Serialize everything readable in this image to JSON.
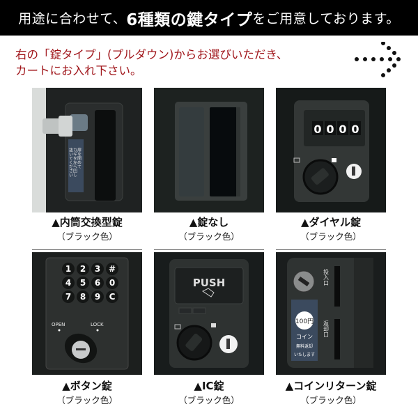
{
  "banner": {
    "text_before": "用途に合わせて、",
    "text_emphasis": "6種類の鍵タイプ",
    "text_after": "をご用意しております。"
  },
  "notice": {
    "line1": "右の「錠タイプ」(プルダウン)からお選びいただき、",
    "line2": "カートにお入れ下さい。",
    "color": "#a0151a",
    "arrow_icon": "dotted-right-arrow-icon"
  },
  "lock_types": [
    {
      "name": "▲内筒交換型錠",
      "color_label": "（ブラック色）",
      "label_text": "扉を閉めてカギを左へ回し抜いてください"
    },
    {
      "name": "▲錠なし",
      "color_label": "（ブラック色）"
    },
    {
      "name": "▲ダイヤル錠",
      "color_label": "（ブラック色）",
      "dial_digits": [
        "0",
        "0",
        "0",
        "0"
      ]
    },
    {
      "name": "▲ボタン錠",
      "color_label": "（ブラック色）",
      "keys": [
        "1",
        "2",
        "3",
        "#",
        "4",
        "5",
        "6",
        "0",
        "7",
        "8",
        "9",
        "C"
      ],
      "open_label": "OPEN",
      "lock_label": "LOCK"
    },
    {
      "name": "▲IC錠",
      "color_label": "（ブラック色）",
      "push_label": "PUSH"
    },
    {
      "name": "▲コインリターン錠",
      "color_label": "（ブラック色）",
      "insert_label": "投入口",
      "return_label": "返却口",
      "coin_value": "100円",
      "coin_text": "コイン",
      "coin_note1": "無料返却",
      "coin_note2": "いたします"
    }
  ]
}
